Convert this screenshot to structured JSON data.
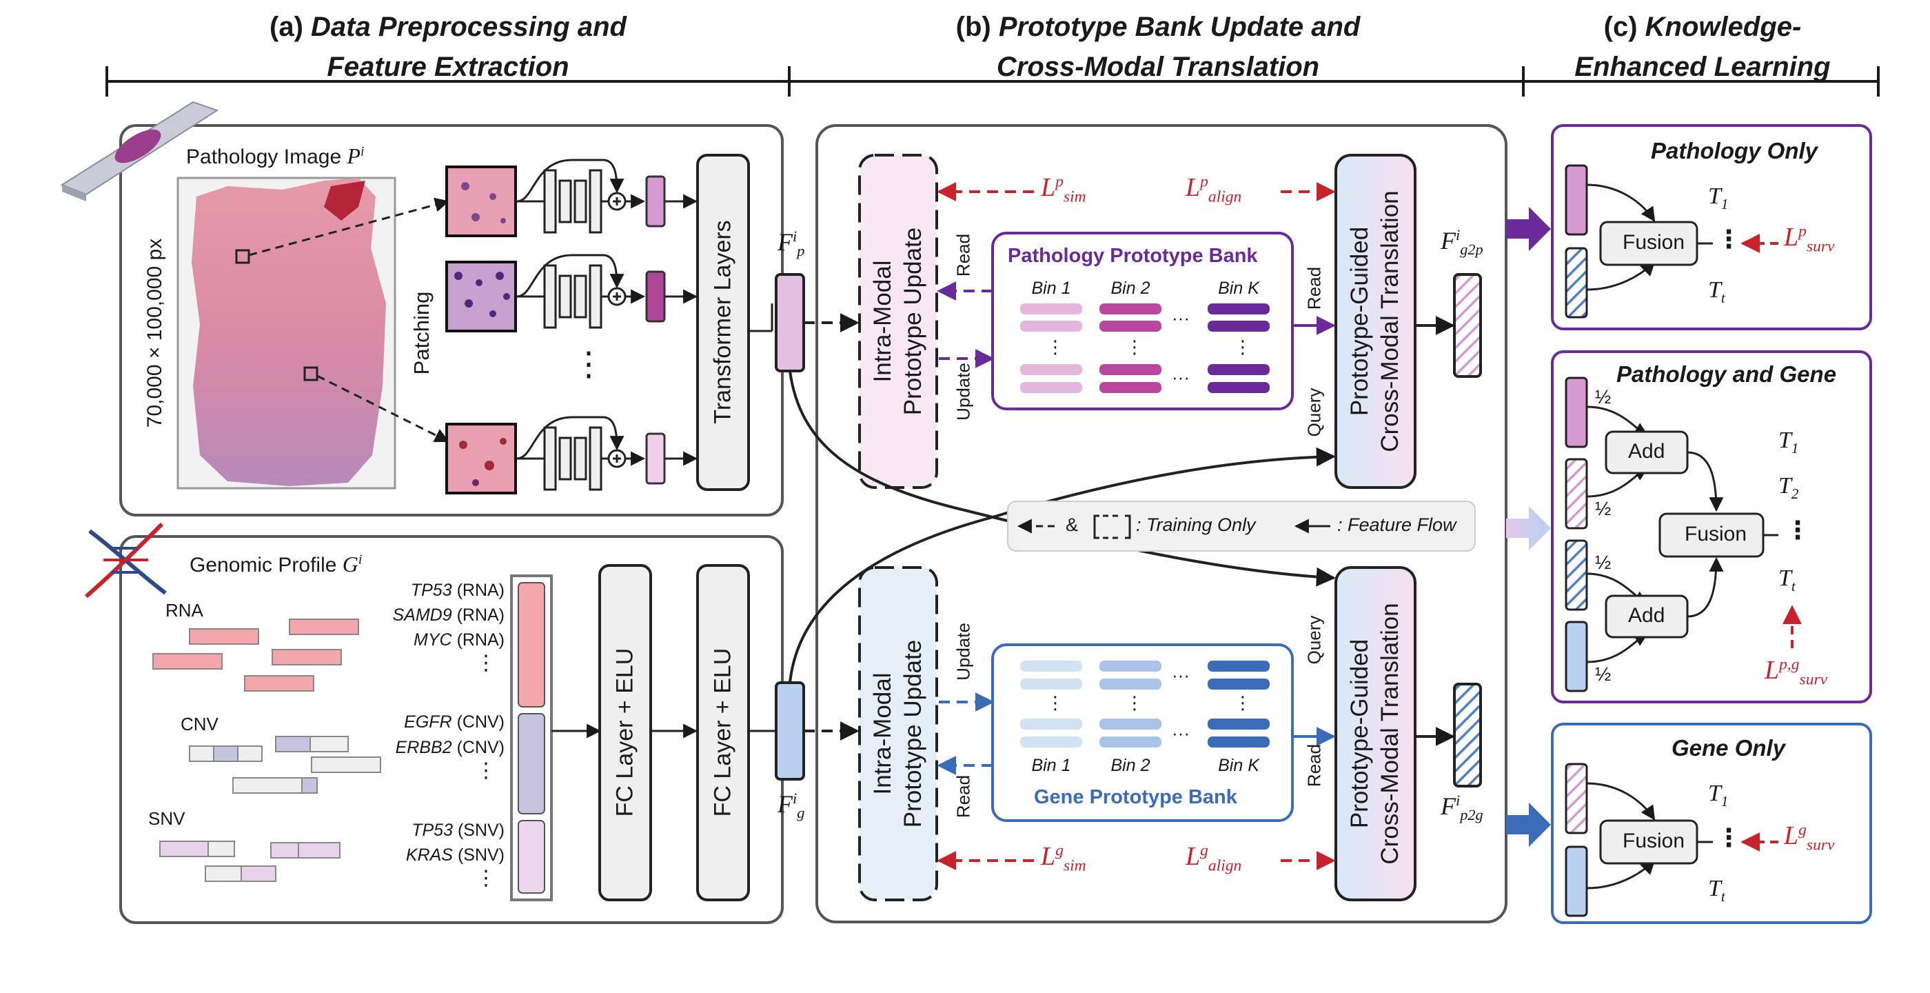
{
  "headers": {
    "a": {
      "label": "(a)",
      "line1": "Data Preprocessing and",
      "line2": "Feature Extraction"
    },
    "b": {
      "label": "(b)",
      "line1": "Prototype Bank Update and",
      "line2": "Cross-Modal Translation"
    },
    "c": {
      "label": "(c)",
      "line1": "Knowledge-",
      "line2": "Enhanced Learning"
    }
  },
  "section_a": {
    "pathology_label": "Pathology Image",
    "pathology_symbol": "P",
    "pathology_sup": "i",
    "dimensions": "70,000 × 100,000 px",
    "patching": "Patching",
    "dots": "⋮",
    "transformer": "Transformer Layers",
    "genomic_label": "Genomic Profile",
    "genomic_symbol": "G",
    "genomic_sup": "i",
    "rna": "RNA",
    "cnv": "CNV",
    "snv": "SNV",
    "genes": [
      {
        "name": "TP53",
        "type": "(RNA)"
      },
      {
        "name": "SAMD9",
        "type": "(RNA)"
      },
      {
        "name": "MYC",
        "type": "(RNA)"
      },
      {
        "name": "EGFR",
        "type": "(CNV)"
      },
      {
        "name": "ERBB2",
        "type": "(CNV)"
      },
      {
        "name": "TP53",
        "type": "(SNV)"
      },
      {
        "name": "KRAS",
        "type": "(SNV)"
      }
    ],
    "fc1": "FC Layer + ELU",
    "fc2": "FC Layer + ELU"
  },
  "section_b": {
    "intra_modal": "Intra-Modal",
    "prototype_update": "Prototype Update",
    "read": "Read",
    "update": "Update",
    "query": "Query",
    "path_bank": "Pathology Prototype Bank",
    "gene_bank": "Gene Prototype Bank",
    "bins": [
      "Bin 1",
      "Bin 2",
      "Bin K"
    ],
    "ellipsis": "···",
    "pgt_line1": "Prototype-Guided",
    "pgt_line2": "Cross-Modal Translation",
    "legend_amp": "&",
    "legend_training": ": Training Only",
    "legend_feature": ": Feature Flow",
    "features": {
      "fp": {
        "base": "F",
        "sup": "i",
        "sub": "p"
      },
      "fg": {
        "base": "F",
        "sup": "i",
        "sub": "g"
      },
      "fg2p": {
        "base": "F",
        "sup": "i",
        "sub": "g2p"
      },
      "fp2g": {
        "base": "F",
        "sup": "i",
        "sub": "p2g"
      }
    },
    "losses": {
      "sim_p": {
        "base": "L",
        "sup": "p",
        "sub": "sim"
      },
      "align_p": {
        "base": "L",
        "sup": "p",
        "sub": "align"
      },
      "sim_g": {
        "base": "L",
        "sup": "g",
        "sub": "sim"
      },
      "align_g": {
        "base": "L",
        "sup": "g",
        "sub": "align"
      }
    }
  },
  "section_c": {
    "path_only": "Pathology Only",
    "path_gene": "Pathology and Gene",
    "gene_only": "Gene Only",
    "fusion": "Fusion",
    "add": "Add",
    "half": "½",
    "t1": {
      "base": "T",
      "sub": "1"
    },
    "t2": {
      "base": "T",
      "sub": "2"
    },
    "tt": {
      "base": "T",
      "sub": "t"
    },
    "surv_p": {
      "base": "L",
      "sup": "p",
      "sub": "surv"
    },
    "surv_pg": {
      "base": "L",
      "sup": "p,g",
      "sub": "surv"
    },
    "surv_g": {
      "base": "L",
      "sup": "g",
      "sub": "surv"
    }
  },
  "colors": {
    "pathology": "#6b2a9a",
    "gene": "#3a6cb8",
    "loss": "#c8222b",
    "path_token": "#d69ad0",
    "gene_token": "#a9c4e6"
  }
}
